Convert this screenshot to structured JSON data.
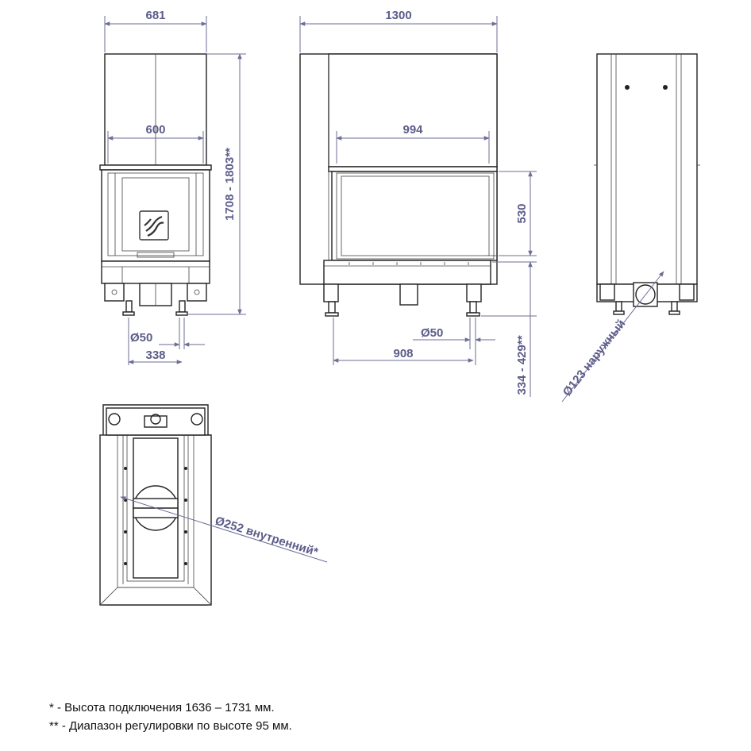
{
  "dimensions": {
    "front_total_width": "681",
    "front_glass_width": "600",
    "total_height": "1708 - 1803**",
    "front_pipe": "Ø50",
    "front_pipe_offset": "338",
    "side_total_width": "1300",
    "side_glass_width": "994",
    "side_glass_height": "530",
    "side_pipe": "Ø50",
    "side_pipe_offset": "908",
    "leg_height_range": "334 - 429**",
    "outer_duct": "Ø123 наружный",
    "inner_flue": "Ø252 внутренний*"
  },
  "notes": {
    "note1": "* - Высота подключения 1636 – 1731 мм.",
    "note2": "** - Диапазон регулировки по высоте 95 мм."
  },
  "colors": {
    "dimension": "#5c5c8a",
    "line": "#222222"
  }
}
